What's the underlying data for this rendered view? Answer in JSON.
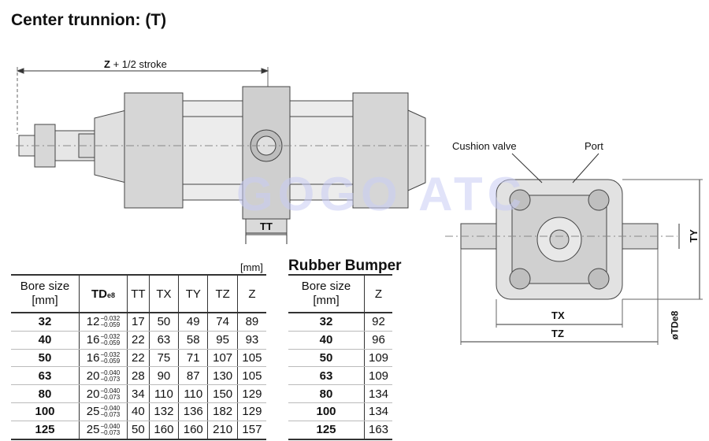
{
  "title": "Center trunnion: (T)",
  "watermark": "GOGO ATC",
  "side_view": {
    "dim_label": "Z",
    "dim_label_suffix": "+ 1/2 stroke",
    "tt_label": "TT"
  },
  "end_view": {
    "cushion_valve_label": "Cushion valve",
    "port_label": "Port",
    "tx_label": "TX",
    "tz_label": "TZ",
    "ty_label": "TY",
    "td_label": "øTDe8"
  },
  "main_table": {
    "unit_label": "[mm]",
    "headers": {
      "bore_line1": "Bore size",
      "bore_line2": "[mm]",
      "td": "TD",
      "td_sub": "e8",
      "tt": "TT",
      "tx": "TX",
      "ty": "TY",
      "tz": "TZ",
      "z": "Z"
    },
    "rows": [
      {
        "bore": "32",
        "td": "12",
        "td_up": "−0.032",
        "td_lo": "−0.059",
        "tt": "17",
        "tx": "50",
        "ty": "49",
        "tz": "74",
        "z": "89"
      },
      {
        "bore": "40",
        "td": "16",
        "td_up": "−0.032",
        "td_lo": "−0.059",
        "tt": "22",
        "tx": "63",
        "ty": "58",
        "tz": "95",
        "z": "93"
      },
      {
        "bore": "50",
        "td": "16",
        "td_up": "−0.032",
        "td_lo": "−0.059",
        "tt": "22",
        "tx": "75",
        "ty": "71",
        "tz": "107",
        "z": "105"
      },
      {
        "bore": "63",
        "td": "20",
        "td_up": "−0.040",
        "td_lo": "−0.073",
        "tt": "28",
        "tx": "90",
        "ty": "87",
        "tz": "130",
        "z": "105"
      },
      {
        "bore": "80",
        "td": "20",
        "td_up": "−0.040",
        "td_lo": "−0.073",
        "tt": "34",
        "tx": "110",
        "ty": "110",
        "tz": "150",
        "z": "129"
      },
      {
        "bore": "100",
        "td": "25",
        "td_up": "−0.040",
        "td_lo": "−0.073",
        "tt": "40",
        "tx": "132",
        "ty": "136",
        "tz": "182",
        "z": "129"
      },
      {
        "bore": "125",
        "td": "25",
        "td_up": "−0.040",
        "td_lo": "−0.073",
        "tt": "50",
        "tx": "160",
        "ty": "160",
        "tz": "210",
        "z": "157"
      }
    ]
  },
  "rubber_bumper": {
    "title": "Rubber Bumper",
    "headers": {
      "bore_line1": "Bore size",
      "bore_line2": "[mm]",
      "z": "Z"
    },
    "rows": [
      {
        "bore": "32",
        "z": "92"
      },
      {
        "bore": "40",
        "z": "96"
      },
      {
        "bore": "50",
        "z": "109"
      },
      {
        "bore": "63",
        "z": "109"
      },
      {
        "bore": "80",
        "z": "134"
      },
      {
        "bore": "100",
        "z": "134"
      },
      {
        "bore": "125",
        "z": "163"
      }
    ]
  }
}
